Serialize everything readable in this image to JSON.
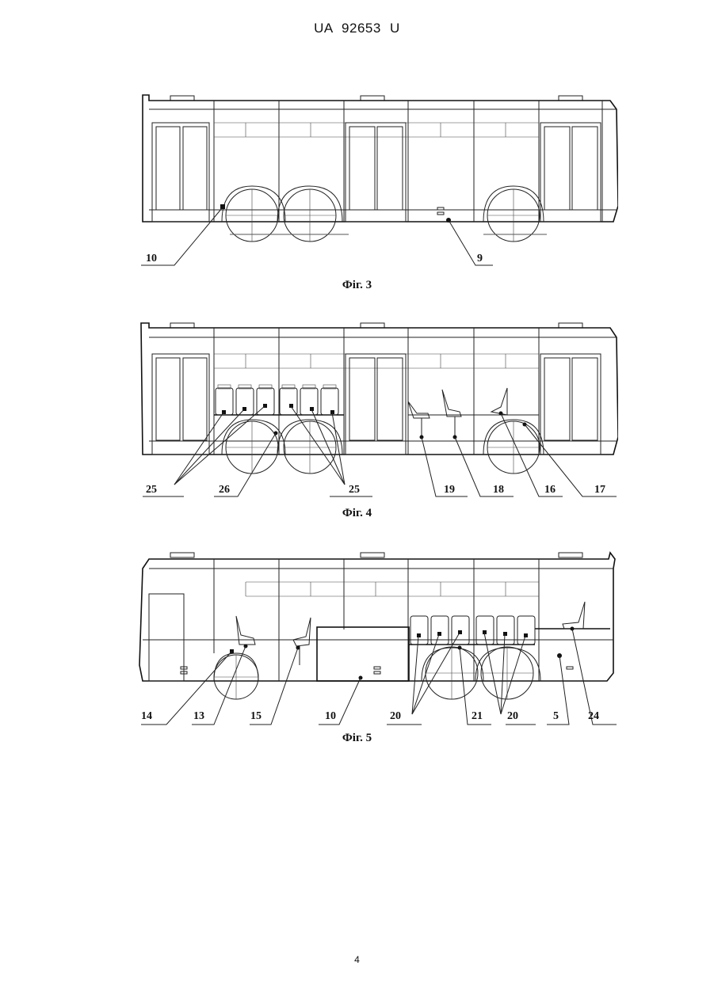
{
  "header": {
    "doc_id": "UA   92653   U"
  },
  "figures": [
    {
      "caption": "Фіг. 3",
      "labels": [
        "10",
        "9"
      ]
    },
    {
      "caption": "Фіг. 4",
      "labels": [
        "25",
        "26",
        "25",
        "19",
        "18",
        "16",
        "17"
      ]
    },
    {
      "caption": "Фіг. 5",
      "labels": [
        "14",
        "13",
        "15",
        "10",
        "20",
        "21",
        "20",
        "5",
        "24"
      ]
    }
  ],
  "page": {
    "number": "4"
  }
}
